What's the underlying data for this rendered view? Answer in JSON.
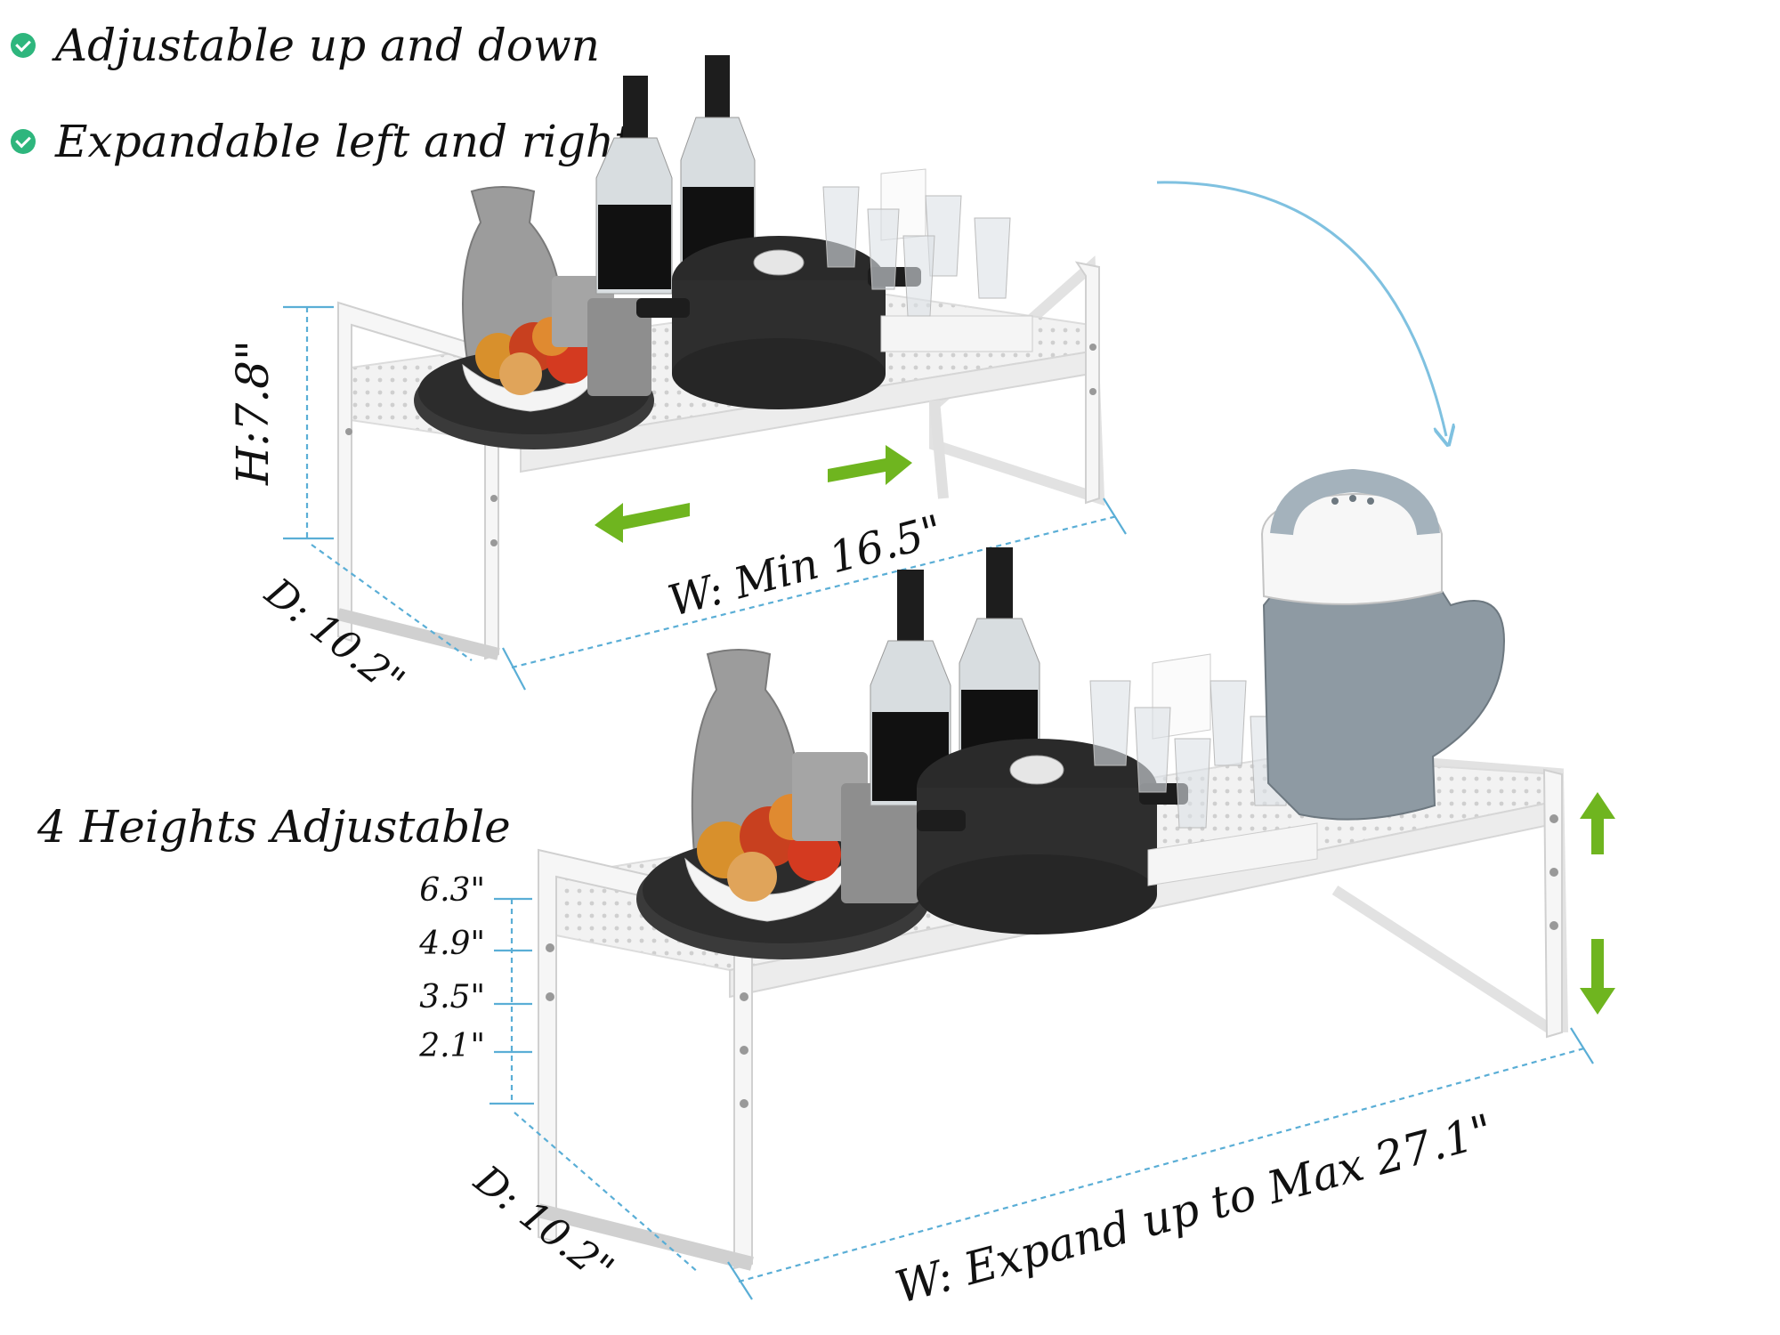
{
  "features": [
    {
      "icon": "check-circle-icon",
      "text": "Adjustable up and down"
    },
    {
      "icon": "check-circle-icon",
      "text": "Expandable left and right"
    }
  ],
  "top_shelf": {
    "height_label": "H:7.8\"",
    "depth_label": "D: 10.2\"",
    "width_label": "W: Min 16.5\""
  },
  "bottom_shelf": {
    "heights_title": "4 Heights Adjustable",
    "heights": [
      "6.3\"",
      "4.9\"",
      "3.5\"",
      "2.1\""
    ],
    "depth_label": "D: 10.2\"",
    "width_label": "W: Expand up to Max 27.1\""
  },
  "colors": {
    "check": "#2eb67d",
    "arrow_green": "#6fb51f",
    "dimension_blue": "#5aaed6",
    "shelf": "#f4f4f4",
    "pot": "#2e2e2e",
    "pitcher": "#8e9aa3"
  }
}
